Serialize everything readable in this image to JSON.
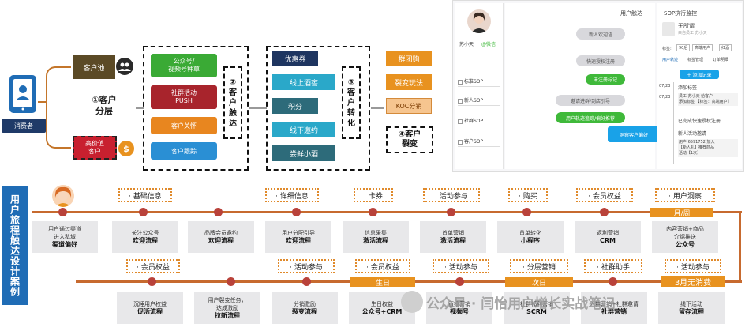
{
  "consumer": {
    "label": "消费者"
  },
  "layer": {
    "pool": "客户池",
    "high_value_line1": "高价值",
    "high_value_line2": "客户",
    "stage1": "①客户\n分层"
  },
  "touch": {
    "items": [
      "公众号/\n视频号种草",
      "社群活动\nPUSH",
      "客户关怀",
      "客户跟踪"
    ],
    "stage": "②\n客\n户\n触\n达"
  },
  "convert": {
    "items": [
      "优惠券",
      "线上酒窖",
      "积分",
      "线下邀约",
      "尝鲜小酒"
    ],
    "stage": "③\n客\n户\n转\n化"
  },
  "fission": {
    "items": [
      "群团购",
      "裂变玩法",
      "KOC分销"
    ],
    "stage": "④客户\n裂变"
  },
  "phone": {
    "user_name": "苏小天",
    "user_tag": "@微信",
    "sop_items": [
      "标准SOP",
      "新人SOP",
      "社群SOP",
      "客户SOP"
    ],
    "chat_title": "用户触达",
    "bubbles": [
      "新人欢迎语",
      "快速授权注册",
      "未注册标记",
      "邀请进群/到店引导",
      "用户轨迹追踪/偏好推荐",
      "洞察客户偏好"
    ],
    "monitor_title": "SOP执行监控",
    "contact_name": "无所谓",
    "contact_sub": "来自员工 苏小天",
    "tag_label": "标签:",
    "tags": [
      "90后",
      "高端用户",
      "红酒"
    ],
    "tabs": [
      "用户轨迹",
      "标签管理",
      "订单明细"
    ],
    "add_btn": "+ 添加记录",
    "log_dates": [
      "07/23",
      "07/23",
      "",
      ""
    ],
    "log_items": [
      "添加标签",
      "员工 苏小天 给客户\n添加标签 【标签：高端用户】",
      "已完成快速授权注册",
      "新人活动邀请",
      "用户 6591752 加入\n【新人礼】推荐商品\n活动【1次】"
    ]
  },
  "side_title": "用户旅程触达设计案例",
  "top_row": {
    "tags": [
      "· 基础信息",
      "· 详细信息",
      "· 卡券",
      "· 活动参与",
      "· 购买",
      "· 会员权益",
      "· 用户洞察"
    ],
    "sub_strip": "月/周",
    "cells": [
      {
        "line1": "用户通过渠道\n进入私域",
        "line2": "渠道偏好"
      },
      {
        "line1": "关注公众号",
        "line2": "欢迎流程"
      },
      {
        "line1": "品牌会员邀约",
        "line2": "欢迎流程"
      },
      {
        "line1": "用户分配引导",
        "line2": "欢迎流程"
      },
      {
        "line1": "信息采集",
        "line2": "激活流程"
      },
      {
        "line1": "首单营销",
        "line2": "激活流程"
      },
      {
        "line1": "首单转化",
        "line2": "小程序"
      },
      {
        "line1": "返利营销",
        "line2": "CRM"
      },
      {
        "line1": "内容营销+商品\n介绍推送",
        "line2": "公众号"
      }
    ]
  },
  "bottom_row": {
    "tags": [
      "· 会员权益",
      "· 活动参与",
      "· 会员权益",
      "· 活动参与",
      "· 分层营销",
      "· 社群助手",
      "· 活动参与"
    ],
    "strips": [
      "生日",
      "次日",
      "3月无消费"
    ],
    "cells": [
      {
        "line1": "沉睡用户权益",
        "line2": "促活流程"
      },
      {
        "line1": "用户裂变任务，\n达成激励",
        "line2": "拉新流程"
      },
      {
        "line1": "分销激励",
        "line2": "裂变流程"
      },
      {
        "line1": "生日权益",
        "line2": "公众号+CRM"
      },
      {
        "line1": "直播营销",
        "line2": "视频号"
      },
      {
        "line1": "社群福利营销",
        "line2": "SCRM"
      },
      {
        "line1": "入群营销+社群邀请",
        "line2": "社群营销"
      },
      {
        "line1": "线下活动",
        "line2": "留存流程"
      }
    ]
  },
  "watermark": "公众号 · 闫怡用户增长实战笔记",
  "colors": {
    "accent": "#e8921f",
    "primary": "#1f6cb5",
    "dot": "#b9423a"
  }
}
